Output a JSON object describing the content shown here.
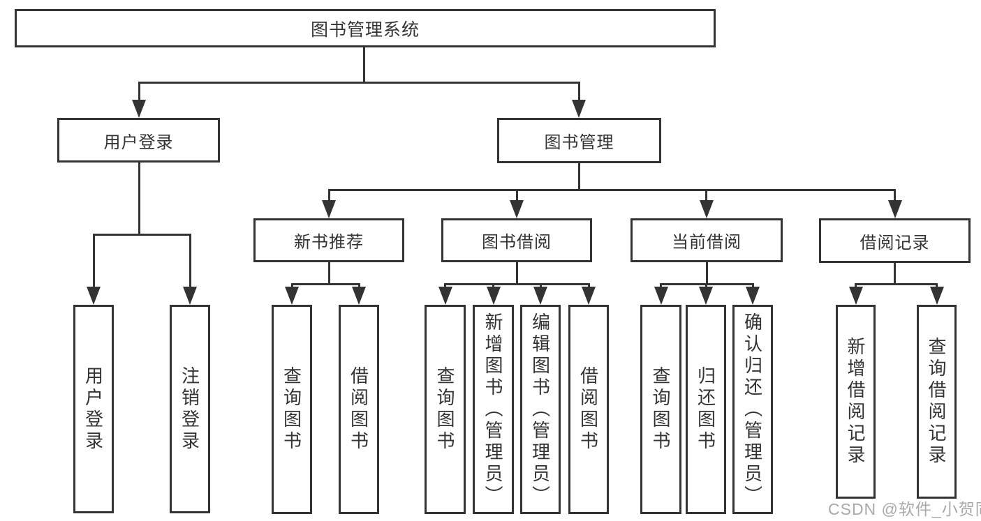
{
  "colors": {
    "line": "#333333",
    "text": "#333333",
    "watermark": "#a9a9a9",
    "background": "#ffffff"
  },
  "watermark": "CSDN @软件_小贺同学",
  "tree": {
    "root": "图书管理系统",
    "children": [
      {
        "label": "用户登录",
        "children": [
          "用户登录",
          "注销登录"
        ]
      },
      {
        "label": "图书管理",
        "children": [
          {
            "label": "新书推荐",
            "children": [
              "查询图书",
              "借阅图书"
            ]
          },
          {
            "label": "图书借阅",
            "children": [
              "查询图书",
              "新增图书（管理员）",
              "编辑图书（管理员）",
              "借阅图书"
            ]
          },
          {
            "label": "当前借阅",
            "children": [
              "查询图书",
              "归还图书",
              "确认归还（管理员）"
            ]
          },
          {
            "label": "借阅记录",
            "children": [
              "新增借阅记录",
              "查询借阅记录"
            ]
          }
        ]
      }
    ]
  }
}
